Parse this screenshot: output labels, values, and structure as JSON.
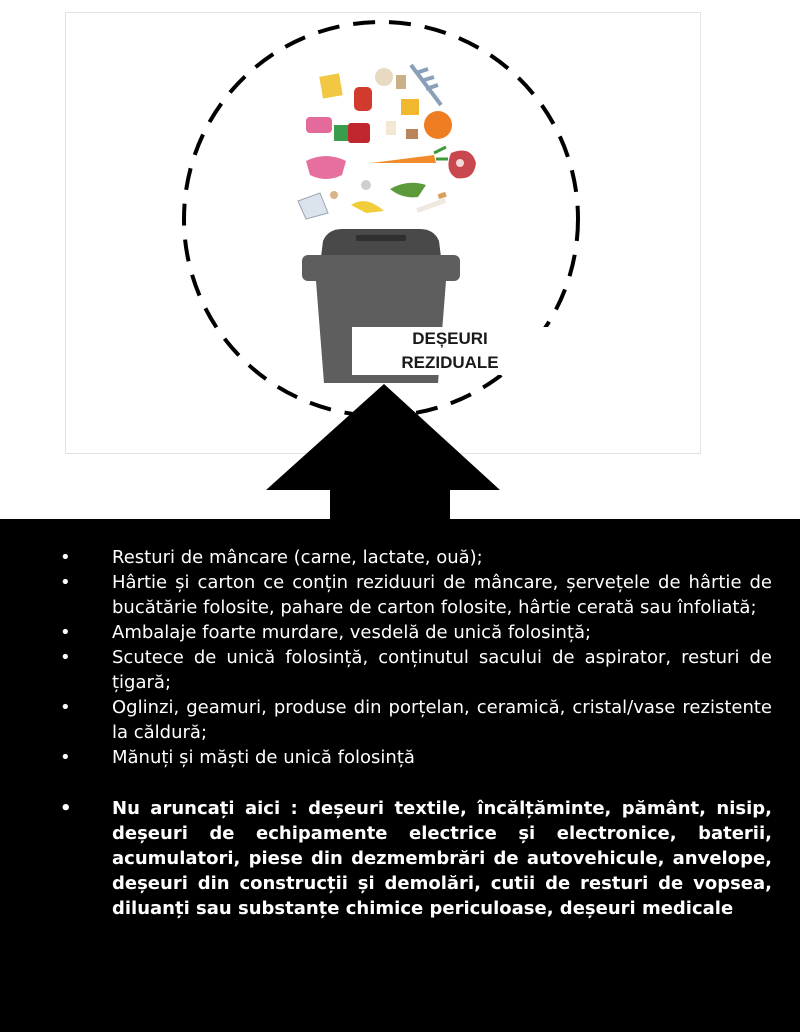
{
  "bin": {
    "label_line1": "DEȘEURI",
    "label_line2": "REZIDUALE",
    "bin_color": "#5e5e5e",
    "bin_lid_color": "#494949"
  },
  "illustration_icons": [
    "apple-core-icon",
    "pepper-icon",
    "fish-bone-icon",
    "cheese-icon",
    "orange-icon",
    "meat-icon",
    "carrot-icon",
    "diaper-icon",
    "cigarette-icon",
    "broken-glass-icon",
    "banana-peel-icon",
    "lettuce-icon"
  ],
  "colors": {
    "box_background": "#000000",
    "box_text": "#ffffff",
    "arrow": "#000000",
    "circle_dash": "#000000"
  },
  "items": [
    {
      "bullet": "•",
      "text": "Resturi de mâncare (carne, lactate, ouă);"
    },
    {
      "bullet": "•",
      "text": "Hârtie și carton ce conțin reziduuri de mâncare, șervețele de hârtie de bucătărie folosite, pahare de carton folosite, hârtie cerată sau înfoliată;"
    },
    {
      "bullet": "•",
      "text": "Ambalaje foarte murdare, vesdelă de unică folosință;"
    },
    {
      "bullet": "•",
      "text": "Scutece de unică folosință, conținutul sacului de aspirator, resturi de țigară;"
    },
    {
      "bullet": "•",
      "text": "Oglinzi, geamuri, produse din porțelan, ceramică, cristal/vase rezistente la căldură;"
    },
    {
      "bullet": "•",
      "text": "Mănuți și măști de unică folosință"
    }
  ],
  "warning": {
    "bullet": "•",
    "text": "Nu aruncați aici : deșeuri textile, încălțăminte, pământ, nisip, deșeuri de echipamente electrice și electronice, baterii, acumulatori, piese din dezmembrări de autovehicule, anvelope, deșeuri din construcții și demolări, cutii de resturi de vopsea, diluanți sau substanțe chimice periculoase, deșeuri medicale"
  }
}
